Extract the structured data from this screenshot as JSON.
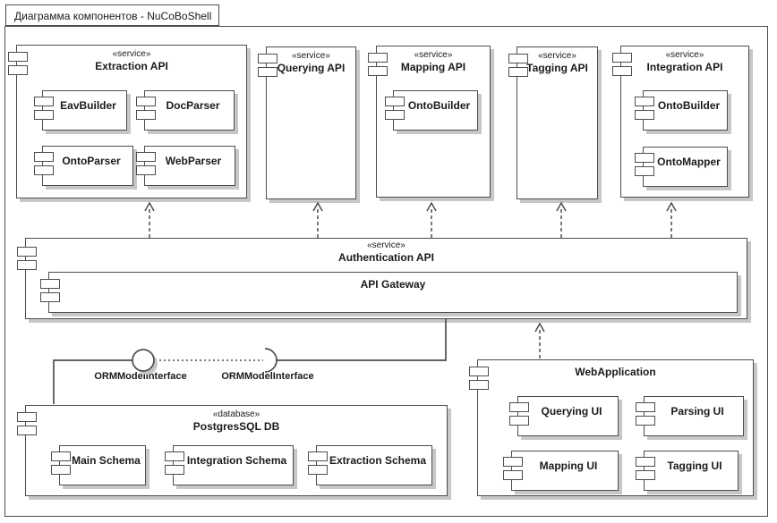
{
  "diagram": {
    "title": "Диаграмма компонентов - NuCoBoShell"
  },
  "components": {
    "extraction_api": {
      "stereotype": "«service»",
      "name": "Extraction API",
      "children": {
        "eav_builder": "EavBuilder",
        "doc_parser": "DocParser",
        "onto_parser": "OntoParser",
        "web_parser": "WebParser"
      }
    },
    "querying_api": {
      "stereotype": "«service»",
      "name": "Querying API"
    },
    "mapping_api": {
      "stereotype": "«service»",
      "name": "Mapping API",
      "children": {
        "onto_builder": "OntoBuilder"
      }
    },
    "tagging_api": {
      "stereotype": "«service»",
      "name": "Tagging API"
    },
    "integration_api": {
      "stereotype": "«service»",
      "name": "Integration API",
      "children": {
        "onto_builder": "OntoBuilder",
        "onto_mapper": "OntoMapper"
      }
    },
    "authentication_api": {
      "stereotype": "«service»",
      "name": "Authentication API",
      "children": {
        "api_gateway": "API Gateway"
      }
    },
    "postgres_db": {
      "stereotype": "«database»",
      "name": "PostgresSQL DB",
      "children": {
        "main_schema": "Main Schema",
        "integration_schema": "Integration Schema",
        "extraction_schema": "Extraction Schema"
      }
    },
    "web_application": {
      "name": "WebApplication",
      "children": {
        "querying_ui": "Querying UI",
        "parsing_ui": "Parsing UI",
        "mapping_ui": "Mapping UI",
        "tagging_ui": "Tagging UI"
      }
    }
  },
  "interfaces": {
    "provided_label": "ORMModelInterface",
    "required_label": "ORMModelInterface"
  },
  "colors": {
    "border": "#4d4d4d",
    "shadow": "#c7c7c7",
    "fill": "#ffffff"
  }
}
